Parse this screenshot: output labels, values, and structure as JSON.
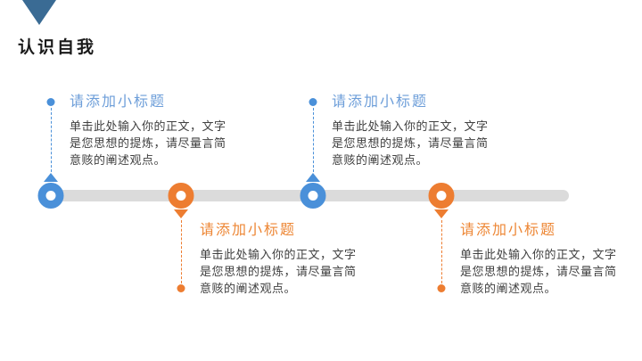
{
  "title": "认识自我",
  "items": [
    {
      "title": "请添加小标题",
      "body": "单击此处输入你的正文，文字是您思想的提炼，请尽量言简意赅的阐述观点。",
      "color": "blue",
      "side": "top"
    },
    {
      "title": "请添加小标题",
      "body": "单击此处输入你的正文，文字是您思想的提炼，请尽量言简意赅的阐述观点。",
      "color": "orange",
      "side": "bottom"
    },
    {
      "title": "请添加小标题",
      "body": "单击此处输入你的正文，文字是您思想的提炼，请尽量言简意赅的阐述观点。",
      "color": "blue",
      "side": "top"
    },
    {
      "title": "请添加小标题",
      "body": "单击此处输入你的正文，文字是您思想的提炼，请尽量言简意赅的阐述观点。",
      "color": "orange",
      "side": "bottom"
    }
  ],
  "colors": {
    "header_triangle": "#3A6B94",
    "title_text": "#1A1A1A",
    "blue_accent": "#4A90D9",
    "blue_title": "#6D9ED9",
    "orange_accent": "#ED7D31",
    "orange_title": "#ED8634",
    "body_text": "#3F3F3F",
    "bar": "#DBDBDB",
    "background": "#FFFFFF"
  }
}
